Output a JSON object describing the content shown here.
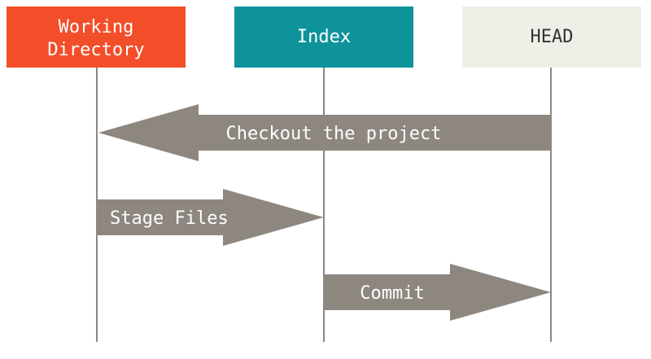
{
  "columns": [
    {
      "lines": [
        "Working",
        "Directory"
      ],
      "fill": "#f24e2a",
      "text_color": "#ffffff"
    },
    {
      "lines": [
        "Index"
      ],
      "fill": "#0f939b",
      "text_color": "#ffffff"
    },
    {
      "lines": [
        "HEAD"
      ],
      "fill": "#efeee7",
      "text_color": "#333333"
    }
  ],
  "arrows": [
    {
      "label": "Checkout the project",
      "from": 2,
      "to": 0
    },
    {
      "label": "Stage Files",
      "from": 0,
      "to": 1
    },
    {
      "label": "Commit",
      "from": 1,
      "to": 2
    }
  ],
  "colors": {
    "arrow": "#8e8780",
    "arrow_text": "#ffffff",
    "lifeline": "#8e8780"
  }
}
